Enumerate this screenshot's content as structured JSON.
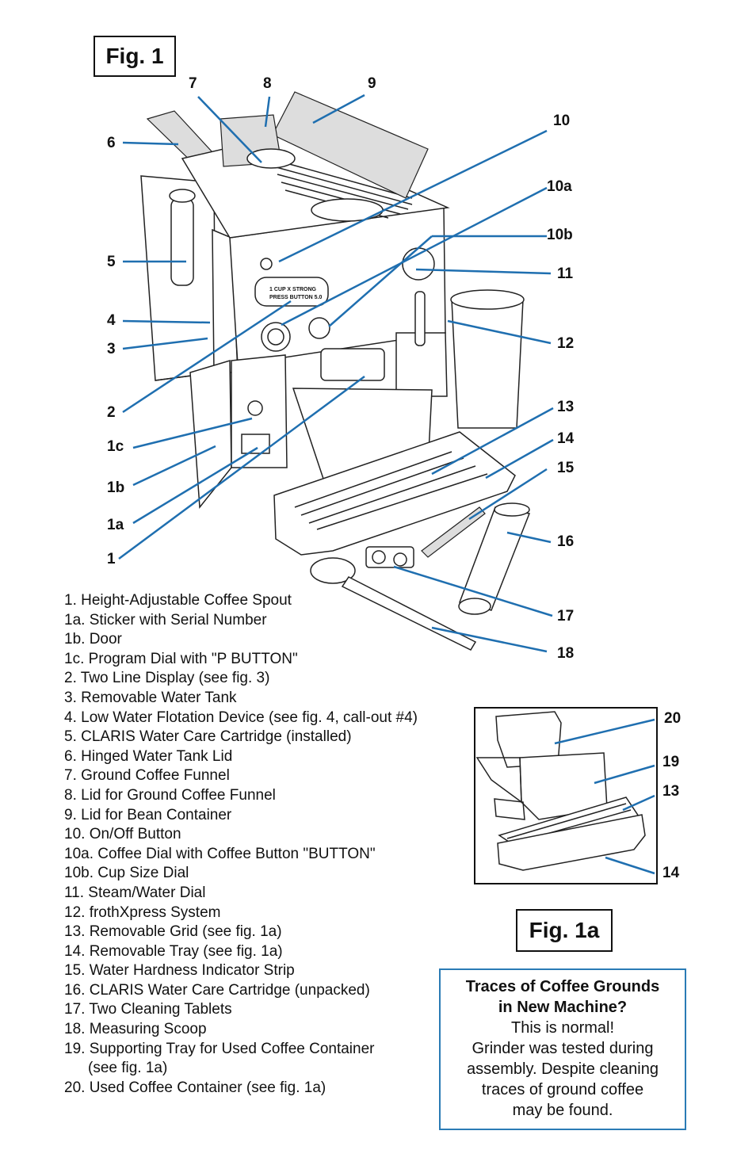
{
  "fig1_title": "Fig. 1",
  "fig1a_title": "Fig. 1a",
  "display_text": {
    "line1": "1 CUP X STRONG",
    "line2": "PRESS BUTTON 5.0"
  },
  "callouts": {
    "c1": "1",
    "c1a": "1a",
    "c1b": "1b",
    "c1c": "1c",
    "c2": "2",
    "c3": "3",
    "c4": "4",
    "c5": "5",
    "c6": "6",
    "c7": "7",
    "c8": "8",
    "c9": "9",
    "c10": "10",
    "c10a": "10a",
    "c10b": "10b",
    "c11": "11",
    "c12": "12",
    "c13": "13",
    "c14": "14",
    "c15": "15",
    "c16": "16",
    "c17": "17",
    "c18": "18",
    "c20": "20",
    "c19": "19",
    "c13b": "13",
    "c14b": "14"
  },
  "legend": [
    "1. Height-Adjustable Coffee Spout",
    "1a. Sticker with Serial Number",
    "1b. Door",
    "1c. Program Dial with \"P BUTTON\"",
    "2. Two Line Display (see fig. 3)",
    "3. Removable Water Tank",
    "4. Low Water Flotation Device (see fig. 4, call-out #4)",
    "5. CLARIS Water Care Cartridge (installed)",
    "6. Hinged Water Tank Lid",
    "7. Ground Coffee Funnel",
    "8. Lid for Ground Coffee Funnel",
    "9. Lid for Bean Container",
    "10. On/Off Button",
    "10a. Coffee Dial with Coffee Button \"BUTTON\"",
    "10b. Cup Size Dial",
    "11. Steam/Water Dial",
    "12. frothXpress System",
    "13. Removable Grid (see fig. 1a)",
    "14. Removable Tray (see fig. 1a)",
    "15. Water Hardness Indicator Strip",
    "16. CLARIS Water Care Cartridge (unpacked)",
    "17. Two Cleaning Tablets",
    "18. Measuring Scoop",
    "19. Supporting Tray for Used Coffee Container",
    "(see fig. 1a)",
    "20. Used Coffee Container (see fig. 1a)"
  ],
  "note": {
    "heading_line1": "Traces of Coffee Grounds",
    "heading_line2": "in New Machine?",
    "line1": "This is normal!",
    "line2": "Grinder was tested during",
    "line3": "assembly. Despite cleaning",
    "line4": "traces of ground coffee",
    "line5": "may be found."
  },
  "colors": {
    "callout_arrow": "#1f6fb0",
    "note_border": "#2a7bb5",
    "line": "#222222"
  }
}
